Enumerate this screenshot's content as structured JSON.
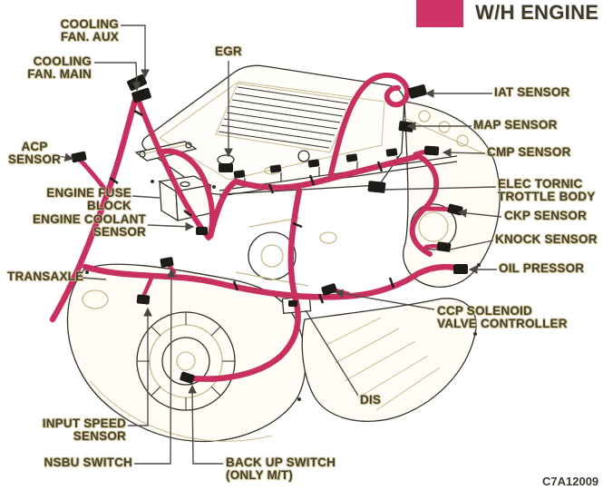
{
  "legend": {
    "label": "W/H ENGINE",
    "swatch_color": "#ce3465"
  },
  "figure_code": "C7A12009",
  "colors": {
    "harness_pink": "#c8315f",
    "line_art_dark": "#34322a",
    "shading_tan": "#c7b98c",
    "label_text": "#434036"
  },
  "labels": {
    "cooling_fan_aux": "COOLING\nFAN. AUX",
    "cooling_fan_main": "COOLING\nFAN. MAIN",
    "egr": "EGR",
    "iat_sensor": "IAT SENSOR",
    "map_sensor": "MAP SENSOR",
    "cmp_sensor": "CMP SENSOR",
    "elec_tornic_trottle_body": "ELEC TORNIC\nTROTTLE BODY",
    "ckp_sensor": "CKP SENSOR",
    "knock_sensor": "KNOCK SENSOR",
    "oil_pressor": "OIL PRESSOR",
    "acp_sensor": "ACP\nSENSOR",
    "engine_fuse_block": "ENGINE FUSE\nBLOCK",
    "engine_coolant_sensor": "ENGINE COOLANT\nSENSOR",
    "transaxle": "TRANSAXLE",
    "ccp_solenoid_valve_controller": "CCP SOLENOID\nVALVE CONTROLLER",
    "dis": "DIS",
    "input_speed_sensor": "INPUT SPEED\nSENSOR",
    "nsbu_switch": "NSBU SWITCH",
    "back_up_switch": "BACK UP SWITCH\n(ONLY M/T)"
  }
}
